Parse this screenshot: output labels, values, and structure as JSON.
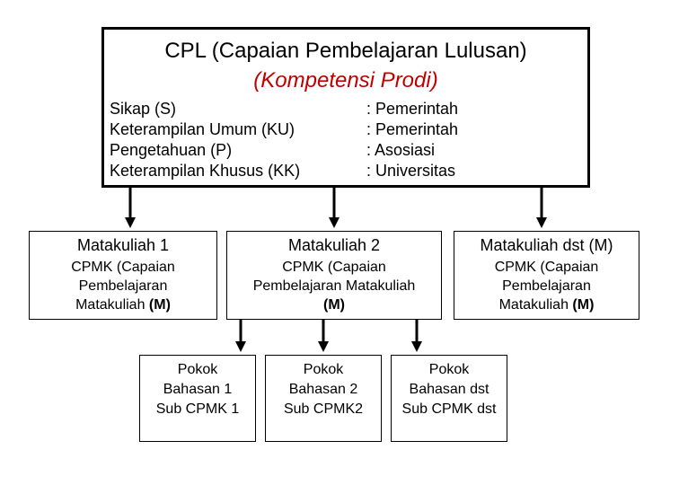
{
  "cpl": {
    "title": "CPL (Capaian Pembelajaran Lulusan)",
    "subtitle": "(Kompetensi Prodi)",
    "items": [
      {
        "label": "Sikap (S)",
        "source": ": Pemerintah"
      },
      {
        "label": "Keterampilan Umum (KU)",
        "source": ": Pemerintah"
      },
      {
        "label": "Pengetahuan (P)",
        "source": ": Asosiasi"
      },
      {
        "label": "Keterampilan Khusus (KK)",
        "source": ": Universitas"
      }
    ]
  },
  "courses": [
    {
      "title": "Matakuliah 1",
      "line1": "CPMK (Capaian",
      "line2": "Pembelajaran",
      "line3_prefix": "Matakuliah ",
      "line3_bold": "(M)"
    },
    {
      "title": "Matakuliah 2",
      "line1": "CPMK (Capaian",
      "line2": "Pembelajaran Matakuliah",
      "line3_prefix": "",
      "line3_bold": "(M)"
    },
    {
      "title": "Matakuliah dst (M)",
      "line1": "CPMK (Capaian",
      "line2": "Pembelajaran",
      "line3_prefix": "Matakuliah ",
      "line3_bold": "(M)"
    }
  ],
  "topics": [
    {
      "line1": "Pokok",
      "line2": "Bahasan 1",
      "line3": "Sub CPMK 1"
    },
    {
      "line1": "Pokok",
      "line2": "Bahasan 2",
      "line3": "Sub CPMK2"
    },
    {
      "line1": "Pokok",
      "line2": "Bahasan dst",
      "line3": "Sub CPMK dst"
    }
  ],
  "colors": {
    "subtitle": "#c00000",
    "border": "#000000"
  }
}
